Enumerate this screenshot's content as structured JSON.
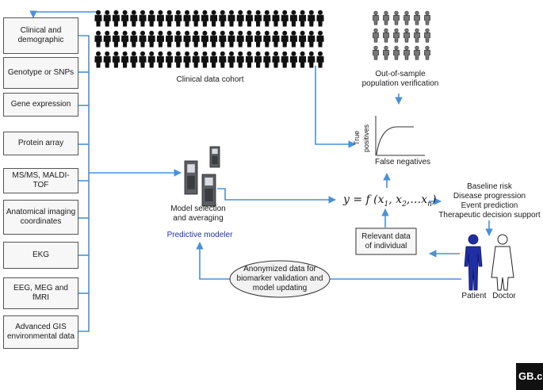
{
  "sources": [
    "Clinical and demographic",
    "Genotype or SNPs",
    "Gene expression",
    "Protein array",
    "MS/MS, MALDI-TOF",
    "Anatomical imaging coordinates",
    "EKG",
    "EEG, MEG and fMRI",
    "Advanced GIS environmental data"
  ],
  "cohort_label": "Clinical data cohort",
  "verification_label": "Out-of-sample population verification",
  "roc": {
    "ylabel": "True positives",
    "xlabel": "False negatives"
  },
  "modeler": {
    "caption": "Model selection and averaging",
    "title": "Predictive modeler"
  },
  "formula": "y = f (x1, x2,…xn)",
  "outcomes": [
    "Baseline risk",
    "Disease progression",
    "Event prediction",
    "Therapeutic decision support"
  ],
  "relevant_data": "Relevant data of individual",
  "anonymized": "Anonymized data for biomarker validation and model updating",
  "patient_label": "Patient",
  "doctor_label": "Doctor",
  "logo": "GB.c",
  "colors": {
    "arrow": "#4a90d9",
    "patient": "#1f2fa3",
    "modeler_title": "#1f2fb8"
  }
}
